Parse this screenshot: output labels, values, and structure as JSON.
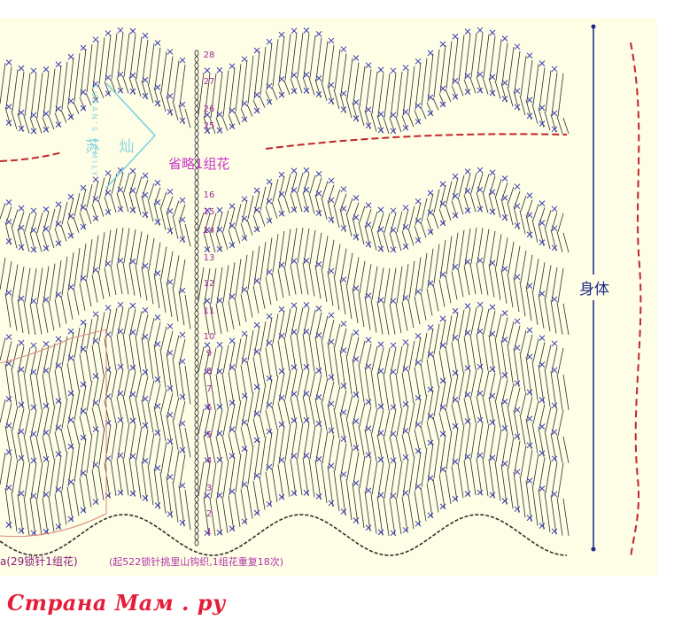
{
  "diagram": {
    "row_numbers": [
      "1",
      "2",
      "3",
      "4",
      "5",
      "6",
      "7",
      "8",
      "9",
      "10",
      "11",
      "12",
      "13",
      "14",
      "15",
      "16",
      "25",
      "26",
      "27",
      "28"
    ],
    "label_omit": "省略1组花",
    "label_body": "身体",
    "note_left": "a(29锁针1组花)",
    "note_right": "(起522锁针挑里山钩织,1组花重复18次)",
    "watermark_cn": "苏 灿",
    "watermark_en": "SUSAN'S FAMILY",
    "colors": {
      "background": "#fefde6",
      "stitches": "#2e2e2e",
      "crossings": "#3a3fb0",
      "row_numbers": "#a22b9b",
      "dashed_outline": "#c0272d",
      "body_line": "#1a2a8a"
    }
  },
  "footer": {
    "site_logo": "Страна Мам . ру"
  }
}
